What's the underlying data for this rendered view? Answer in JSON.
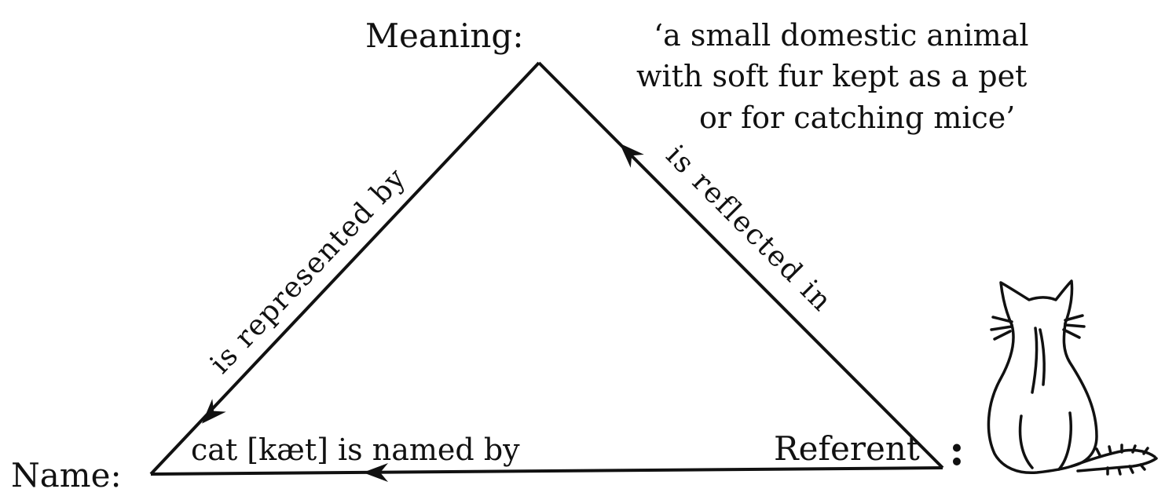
{
  "diagram": {
    "nodes": {
      "meaning": {
        "label": "Meaning:"
      },
      "name": {
        "label": "Name:"
      },
      "referent": {
        "label": "Referent",
        "colon": ":"
      }
    },
    "definition_lines": [
      "‘a small domestic animal",
      "with soft fur kept as a pet",
      "or for catching mice’"
    ],
    "edges": {
      "meaning_to_name": {
        "label": "is represented by"
      },
      "referent_to_meaning": {
        "label": "is reflected in"
      },
      "referent_to_name": {
        "label": "cat [kæt] is named by"
      }
    },
    "referent_image": "cat-sketch",
    "colors": {
      "ink": "#111111",
      "background": "#ffffff"
    }
  }
}
